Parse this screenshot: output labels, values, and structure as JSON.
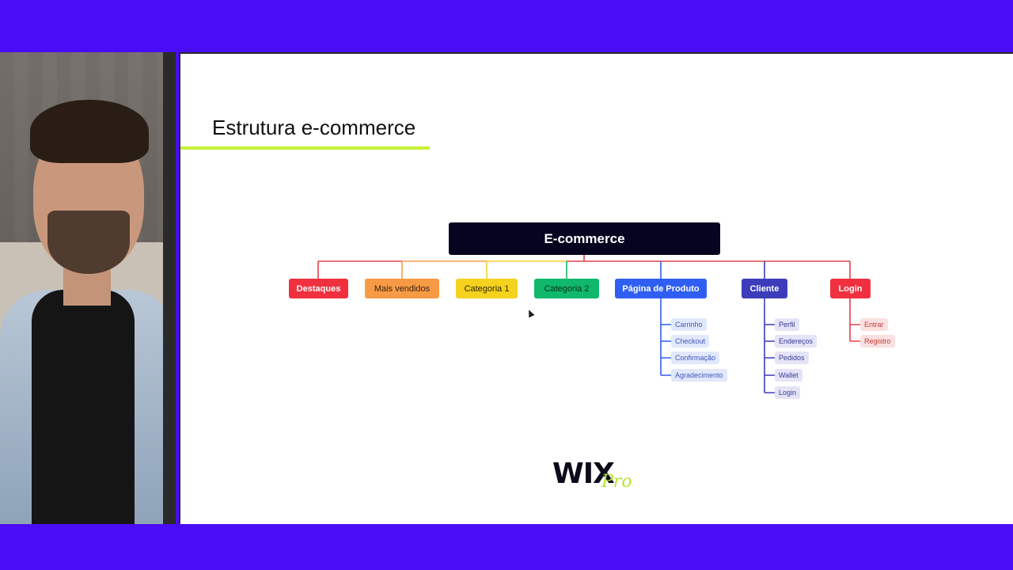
{
  "slide": {
    "title": "Estrutura e-commerce",
    "root": "E-commerce",
    "logo": {
      "brand": "WIX",
      "suffix": "Pro"
    },
    "branches": [
      {
        "label": "Destaques",
        "color": "#f0303e"
      },
      {
        "label": "Mais vendidos",
        "color": "#f79a45"
      },
      {
        "label": "Categoria 1",
        "color": "#f5d21d"
      },
      {
        "label": "Categoria 2",
        "color": "#10b86b"
      },
      {
        "label": "Página de Produto",
        "color": "#2f5ff2",
        "children": [
          "Carrinho",
          "Checkout",
          "Confirmação",
          "Agradecimento"
        ]
      },
      {
        "label": "Cliente",
        "color": "#3d3dbb",
        "children": [
          "Perfil",
          "Endereços",
          "Pedidos",
          "Wallet",
          "Login"
        ]
      },
      {
        "label": "Login",
        "color": "#f0303e",
        "children": [
          "Entrar",
          "Registro"
        ]
      }
    ]
  },
  "colors": {
    "background": "#4a0cf5",
    "accent_underline": "#c6f036",
    "root_bg": "#050520"
  }
}
